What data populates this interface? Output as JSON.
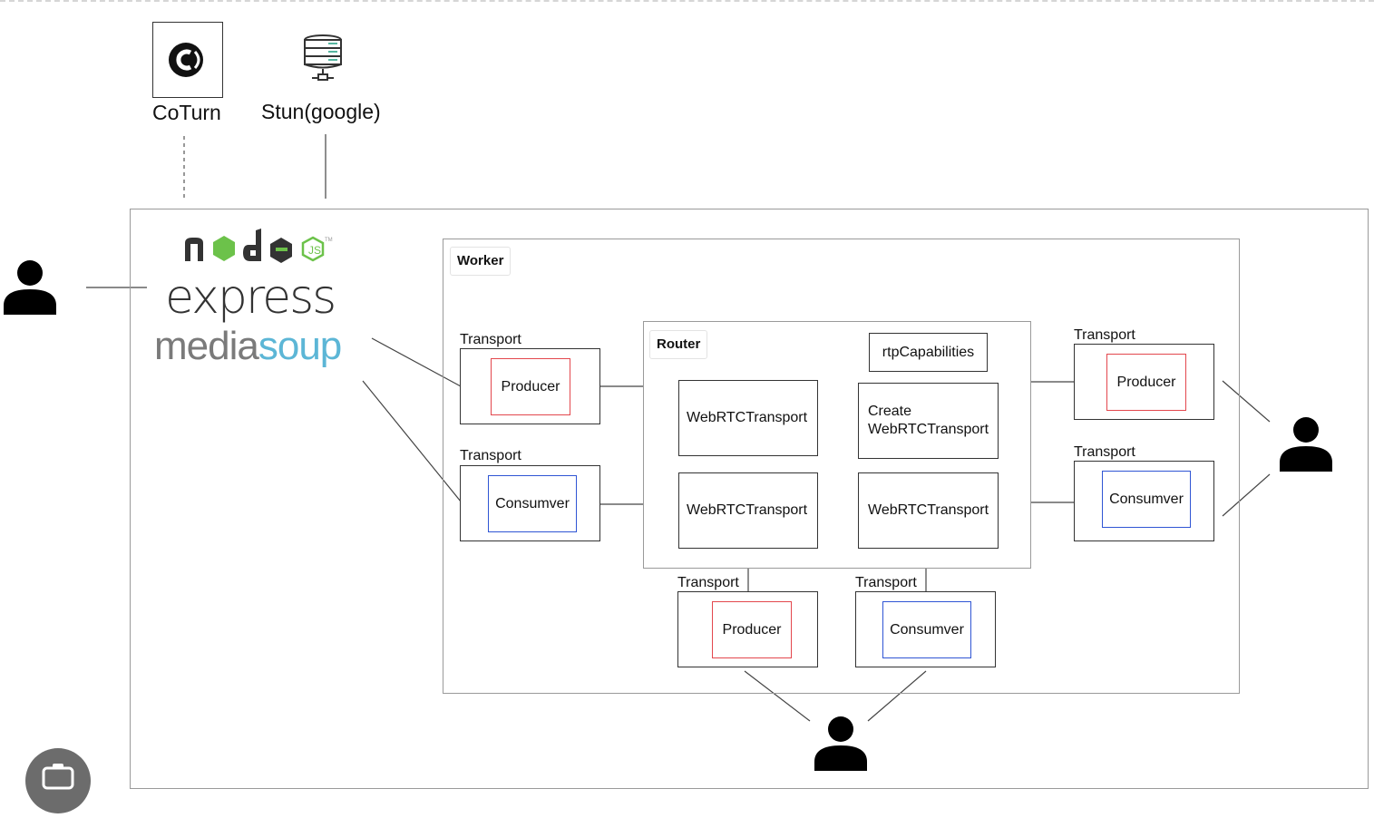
{
  "services": {
    "coturn_label": "CoTurn",
    "stun_label": "Stun(google)"
  },
  "logos": {
    "express": "express",
    "mediasoup_a": "media",
    "mediasoup_b": "soup"
  },
  "worker": {
    "label": "Worker"
  },
  "router": {
    "label": "Router",
    "rtp": "rtpCapabilities",
    "cells": [
      "WebRTCTransport",
      "Create\nWebRTCTransport",
      "WebRTCTransport",
      "WebRTCTransport"
    ]
  },
  "transports": {
    "transport_label": "Transport",
    "left_top": "Producer",
    "left_bottom": "Consumver",
    "right_top": "Producer",
    "right_bottom": "Consumver",
    "bottom_left": "Producer",
    "bottom_right": "Consumver"
  },
  "colors": {
    "producer": "#e3474d",
    "consumer": "#2f55d4",
    "node_green": "#6cc24a"
  },
  "icons": [
    "coturn-logo-icon",
    "server-icon",
    "user-icon",
    "camera-icon"
  ]
}
